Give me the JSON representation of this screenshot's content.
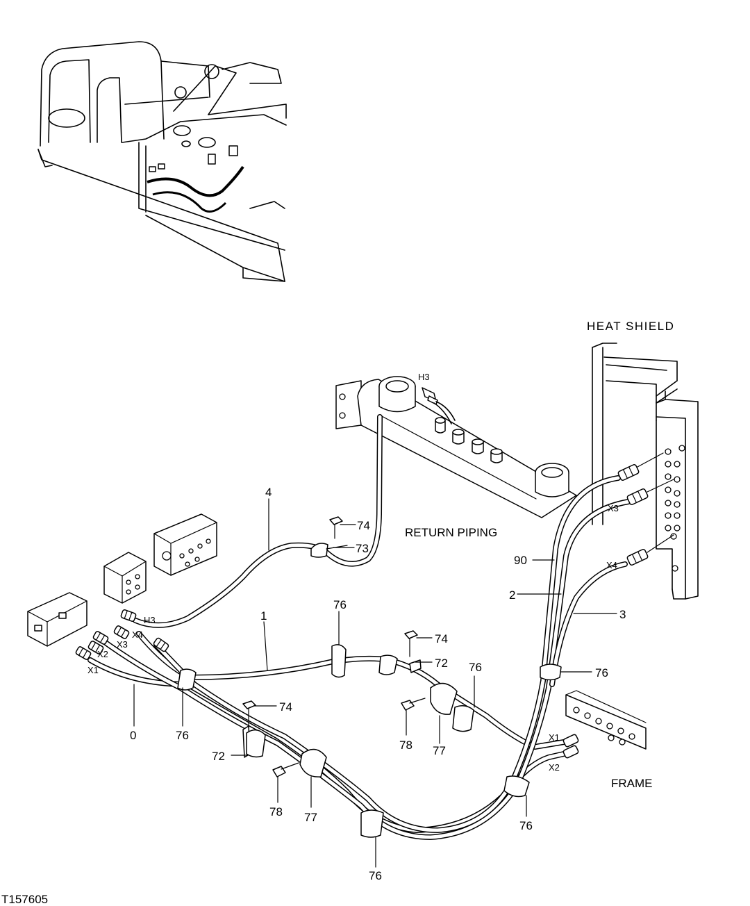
{
  "labels": {
    "heat_shield": "HEAT SHIELD",
    "return_piping": "RETURN PIPING",
    "frame": "FRAME",
    "figure_id": "T157605"
  },
  "callouts": {
    "c4": "4",
    "c74_top": "74",
    "c73": "73",
    "c90": "90",
    "c2": "2",
    "c3": "3",
    "c1": "1",
    "c76_mid": "76",
    "c74_mid": "74",
    "c72_mid": "72",
    "c76_right": "76",
    "c76_shield": "76",
    "c74_low": "74",
    "c0": "0",
    "c76_left": "76",
    "c72_low": "72",
    "c78_mid": "78",
    "c77_mid": "77",
    "c78_low": "78",
    "c77_low": "77",
    "c76_bottom": "76",
    "c76_frame": "76"
  },
  "ports": {
    "h3_top": "H3",
    "x3_top": "X3",
    "x4_top": "X4",
    "h3_left": "H3",
    "x4_left": "X4",
    "x3_left": "X3",
    "x2_left": "X2",
    "x1_left": "X1",
    "x1_right": "X1",
    "x2_right": "X2"
  }
}
